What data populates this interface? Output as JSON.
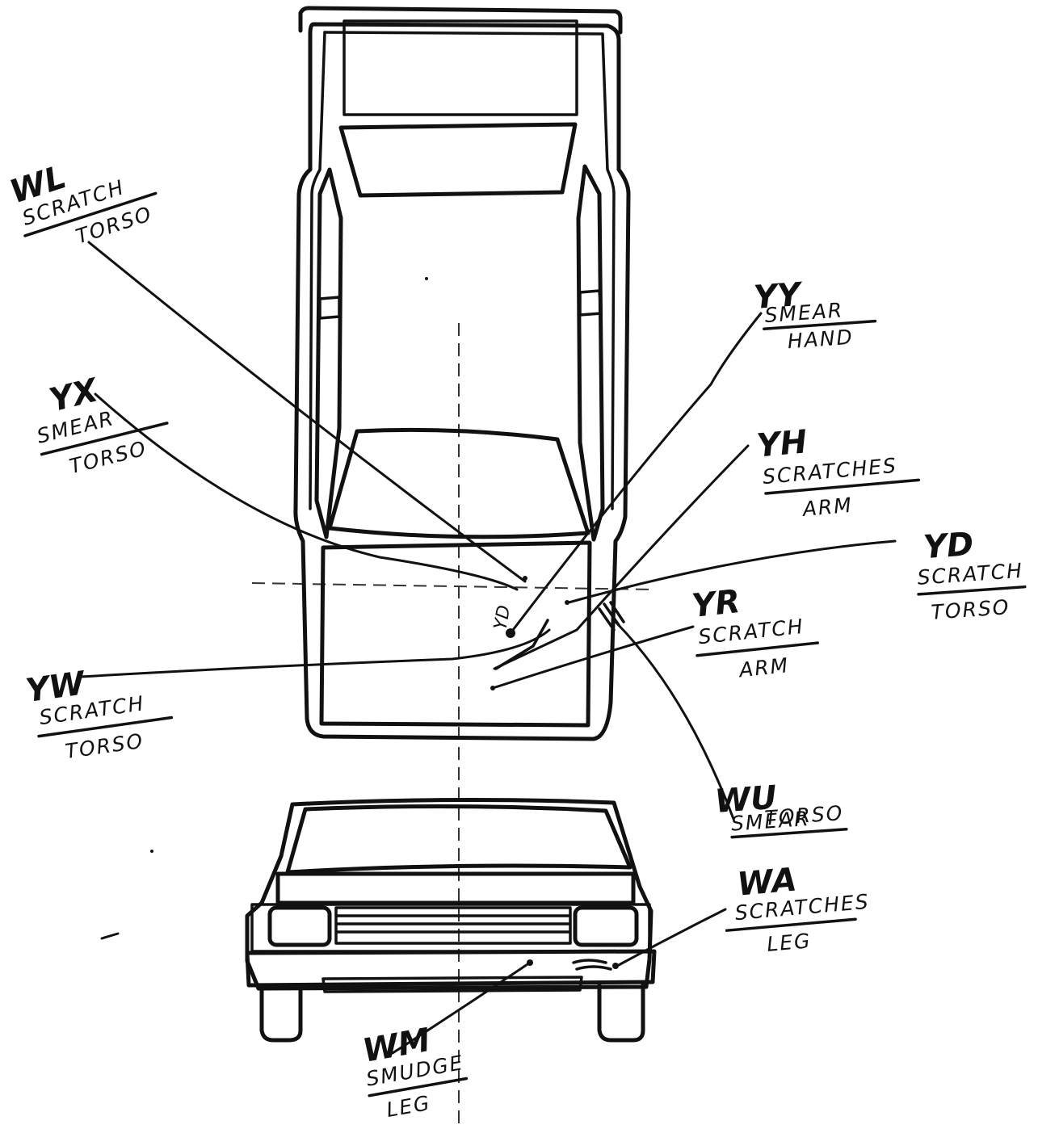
{
  "annotations": [
    {
      "id": "wl",
      "code": "WL",
      "type": "SCRATCH",
      "location": "TORSO"
    },
    {
      "id": "yx",
      "code": "YX",
      "type": "SMEAR",
      "location": "TORSO"
    },
    {
      "id": "yw",
      "code": "YW",
      "type": "SCRATCH",
      "location": "TORSO"
    },
    {
      "id": "yy",
      "code": "YY",
      "type": "SMEAR",
      "location": "HAND"
    },
    {
      "id": "yh",
      "code": "YH",
      "type": "SCRATCHES",
      "location": "ARM"
    },
    {
      "id": "yd",
      "code": "YD",
      "type": "SCRATCH",
      "location": "TORSO"
    },
    {
      "id": "yr",
      "code": "YR",
      "type": "SCRATCH",
      "location": "ARM"
    },
    {
      "id": "wu",
      "code": "WU",
      "type": "SMEAR",
      "location": "TORSO"
    },
    {
      "id": "wa",
      "code": "WA",
      "type": "SCRATCHES",
      "location": "LEG"
    },
    {
      "id": "wm",
      "code": "WM",
      "type": "SMUDGE",
      "location": "LEG"
    }
  ],
  "hood_mark": "YD"
}
